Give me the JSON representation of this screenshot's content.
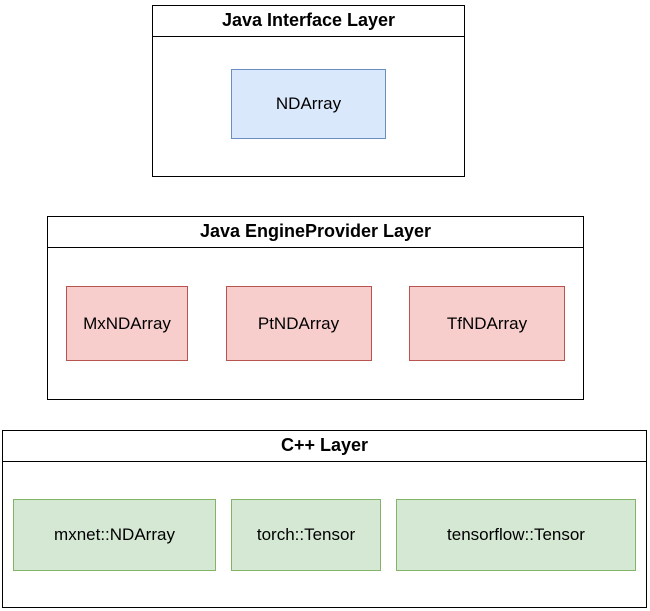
{
  "layers": [
    {
      "title": "Java Interface Layer",
      "items": [
        {
          "label": "NDArray"
        }
      ]
    },
    {
      "title": "Java EngineProvider Layer",
      "items": [
        {
          "label": "MxNDArray"
        },
        {
          "label": "PtNDArray"
        },
        {
          "label": "TfNDArray"
        }
      ]
    },
    {
      "title": "C++ Layer",
      "items": [
        {
          "label": "mxnet::NDArray"
        },
        {
          "label": "torch::Tensor"
        },
        {
          "label": "tensorflow::Tensor"
        }
      ]
    }
  ],
  "colors": {
    "outline": "#000000",
    "interface_node_fill": "#dae8fc",
    "interface_node_border": "#6c8ebf",
    "engine_node_fill": "#f8cecc",
    "engine_node_border": "#b85450",
    "cpp_node_fill": "#d5e8d4",
    "cpp_node_border": "#82b366",
    "background": "#ffffff"
  }
}
